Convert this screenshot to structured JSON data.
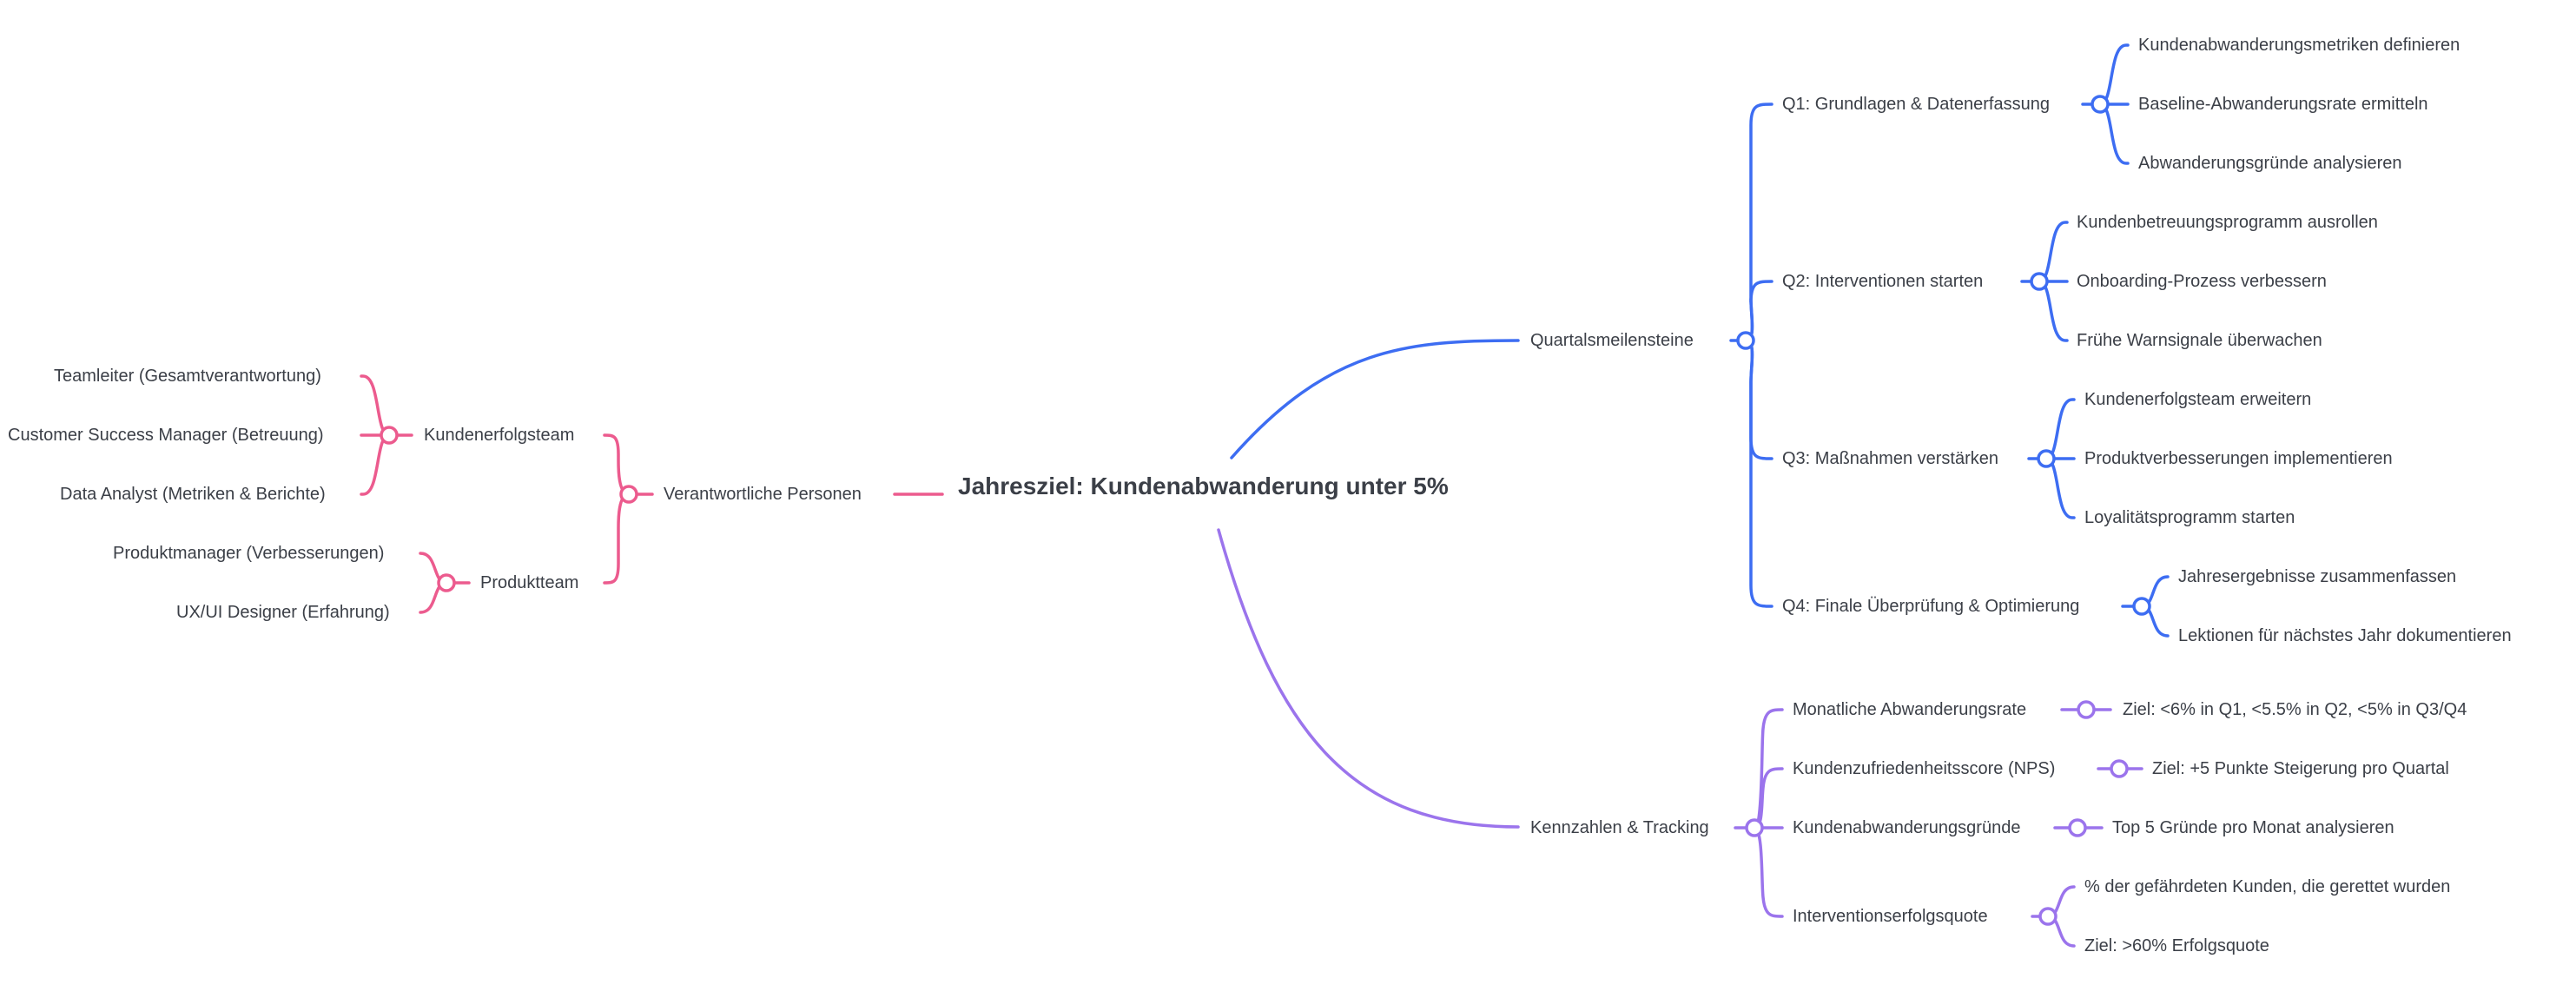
{
  "root": {
    "label": "Jahresziel: Kundenabwanderung unter 5%"
  },
  "colors": {
    "blue": "#3d6df2",
    "purple": "#9b74ec",
    "pink": "#ec5b8e",
    "text": "#3b3f47"
  },
  "branches": {
    "quartal": {
      "label": "Quartalsmeilensteine",
      "children": [
        {
          "label": "Q1: Grundlagen & Datenerfassung",
          "children": [
            "Kundenabwanderungsmetriken definieren",
            "Baseline-Abwanderungsrate ermitteln",
            "Abwanderungsgründe analysieren"
          ]
        },
        {
          "label": "Q2: Interventionen starten",
          "children": [
            "Kundenbetreuungsprogramm ausrollen",
            "Onboarding-Prozess verbessern",
            "Frühe Warnsignale überwachen"
          ]
        },
        {
          "label": "Q3: Maßnahmen verstärken",
          "children": [
            "Kundenerfolgsteam erweitern",
            "Produktverbesserungen implementieren",
            "Loyalitätsprogramm starten"
          ]
        },
        {
          "label": "Q4: Finale Überprüfung & Optimierung",
          "children": [
            "Jahresergebnisse zusammenfassen",
            "Lektionen für nächstes Jahr dokumentieren"
          ]
        }
      ]
    },
    "kennzahlen": {
      "label": "Kennzahlen & Tracking",
      "children": [
        {
          "label": "Monatliche Abwanderungsrate",
          "children": [
            "Ziel: <6% in Q1, <5.5% in Q2, <5% in Q3/Q4"
          ]
        },
        {
          "label": "Kundenzufriedenheitsscore (NPS)",
          "children": [
            "Ziel: +5 Punkte Steigerung pro Quartal"
          ]
        },
        {
          "label": "Kundenabwanderungsgründe",
          "children": [
            "Top 5 Gründe pro Monat analysieren"
          ]
        },
        {
          "label": "Interventionserfolgsquote",
          "children": [
            "% der gefährdeten Kunden, die gerettet wurden",
            "Ziel: >60% Erfolgsquote"
          ]
        }
      ]
    },
    "personen": {
      "label": "Verantwortliche Personen",
      "children": [
        {
          "label": "Kundenerfolgsteam",
          "children": [
            "Teamleiter (Gesamtverantwortung)",
            "Customer Success Manager (Betreuung)",
            "Data Analyst (Metriken & Berichte)"
          ]
        },
        {
          "label": "Produktteam",
          "children": [
            "Produktmanager (Verbesserungen)",
            "UX/UI Designer (Erfahrung)"
          ]
        }
      ]
    }
  }
}
